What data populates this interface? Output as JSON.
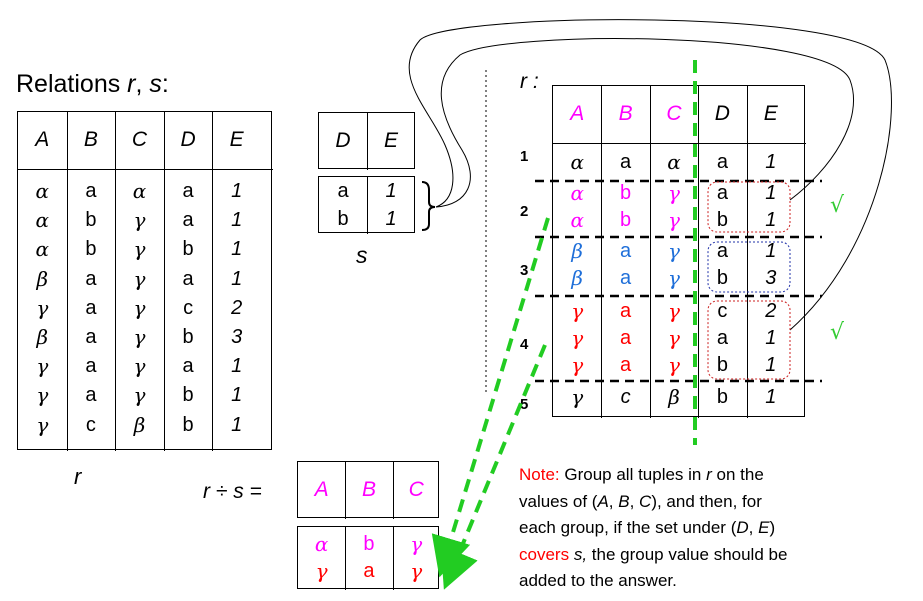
{
  "title_prefix": "Relations ",
  "title_r": "r",
  "title_sep": ", ",
  "title_s": "s",
  "title_suffix": ":",
  "table_r": {
    "label": "r",
    "headers": [
      "A",
      "B",
      "C",
      "D",
      "E"
    ],
    "rows": [
      [
        "α",
        "a",
        "α",
        "a",
        "1"
      ],
      [
        "α",
        "b",
        "γ",
        "a",
        "1"
      ],
      [
        "α",
        "b",
        "γ",
        "b",
        "1"
      ],
      [
        "β",
        "a",
        "γ",
        "a",
        "1"
      ],
      [
        "γ",
        "a",
        "γ",
        "c",
        "2"
      ],
      [
        "β",
        "a",
        "γ",
        "b",
        "3"
      ],
      [
        "γ",
        "a",
        "γ",
        "a",
        "1"
      ],
      [
        "γ",
        "a",
        "γ",
        "b",
        "1"
      ],
      [
        "γ",
        "c",
        "β",
        "b",
        "1"
      ]
    ]
  },
  "table_s": {
    "label": "s",
    "headers": [
      "D",
      "E"
    ],
    "rows": [
      [
        "a",
        "1"
      ],
      [
        "b",
        "1"
      ]
    ]
  },
  "table_r_grouped": {
    "label": "r :",
    "headers": [
      "A",
      "B",
      "C",
      "D",
      "E"
    ],
    "header_colors": [
      "#ff00ff",
      "#ff00ff",
      "#ff00ff",
      "#000000",
      "#000000"
    ],
    "group_numbers": [
      "1",
      "2",
      "3",
      "4",
      "5"
    ],
    "rows": [
      {
        "values": [
          "α",
          "a",
          "α",
          "a",
          "1"
        ],
        "color": "#000000"
      },
      {
        "values": [
          "α",
          "b",
          "γ",
          "a",
          "1"
        ],
        "color": "#ff00ff"
      },
      {
        "values": [
          "α",
          "b",
          "γ",
          "b",
          "1"
        ],
        "color": "#ff00ff"
      },
      {
        "values": [
          "β",
          "a",
          "γ",
          "a",
          "1"
        ],
        "color": "#1f6fd9"
      },
      {
        "values": [
          "β",
          "a",
          "γ",
          "b",
          "3"
        ],
        "color": "#1f6fd9"
      },
      {
        "values": [
          "γ",
          "a",
          "γ",
          "c",
          "2"
        ],
        "color": "#ff0000"
      },
      {
        "values": [
          "γ",
          "a",
          "γ",
          "a",
          "1"
        ],
        "color": "#ff0000"
      },
      {
        "values": [
          "γ",
          "a",
          "γ",
          "b",
          "1"
        ],
        "color": "#ff0000"
      },
      {
        "values": [
          "γ",
          "c",
          "β",
          "b",
          "1"
        ],
        "color": "#000000"
      }
    ],
    "check_mark": "√"
  },
  "result": {
    "label": "r ÷ s =",
    "headers": [
      "A",
      "B",
      "C"
    ],
    "header_color": "#ff00ff",
    "rows": [
      {
        "values": [
          "α",
          "b",
          "γ"
        ],
        "color": "#ff00ff"
      },
      {
        "values": [
          "γ",
          "a",
          "γ"
        ],
        "color": "#ff0000"
      }
    ]
  },
  "note": {
    "lines": [
      [
        {
          "t": "Note:",
          "c": "red"
        },
        {
          "t": " Group all tuples in "
        },
        {
          "t": "r",
          "i": true
        },
        {
          "t": " on the"
        }
      ],
      [
        {
          "t": "values of ("
        },
        {
          "t": "A",
          "i": true
        },
        {
          "t": ", "
        },
        {
          "t": "B",
          "i": true
        },
        {
          "t": ", "
        },
        {
          "t": "C",
          "i": true
        },
        {
          "t": "), and then, for"
        }
      ],
      [
        {
          "t": "each group, if the set under ("
        },
        {
          "t": "D",
          "i": true
        },
        {
          "t": ", "
        },
        {
          "t": "E",
          "i": true
        },
        {
          "t": ")"
        }
      ],
      [
        {
          "t": "covers",
          "c": "red"
        },
        {
          "t": " "
        },
        {
          "t": "s,",
          "i": true
        },
        {
          "t": " the group value should be"
        }
      ],
      [
        {
          "t": "added to the answer."
        }
      ]
    ]
  },
  "colors": {
    "magenta": "#ff00ff",
    "blue": "#1f6fd9",
    "red": "#ff0000",
    "green": "#22cc22",
    "check": "#33cc33"
  }
}
